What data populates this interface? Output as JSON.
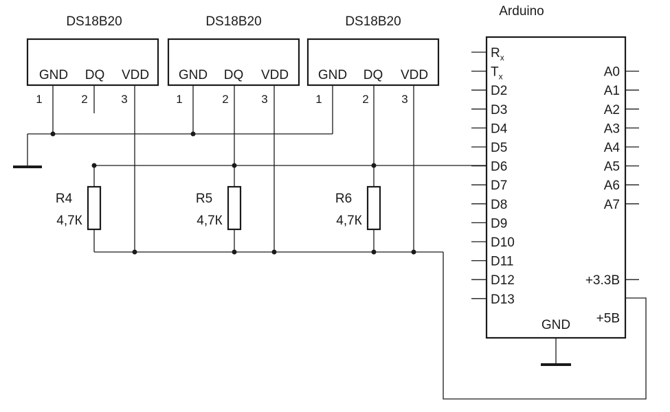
{
  "sensors": [
    {
      "title": "DS18B20",
      "pin_labels": [
        "GND",
        "DQ",
        "VDD"
      ],
      "pin_numbers": [
        "1",
        "2",
        "3"
      ]
    },
    {
      "title": "DS18B20",
      "pin_labels": [
        "GND",
        "DQ",
        "VDD"
      ],
      "pin_numbers": [
        "1",
        "2",
        "3"
      ]
    },
    {
      "title": "DS18B20",
      "pin_labels": [
        "GND",
        "DQ",
        "VDD"
      ],
      "pin_numbers": [
        "1",
        "2",
        "3"
      ]
    }
  ],
  "resistors": [
    {
      "name": "R4",
      "value": "4,7К"
    },
    {
      "name": "R5",
      "value": "4,7К"
    },
    {
      "name": "R6",
      "value": "4,7К"
    }
  ],
  "arduino": {
    "title": "Arduino",
    "left_pins": [
      {
        "base": "R",
        "sub": "x"
      },
      {
        "base": "T",
        "sub": "x"
      },
      {
        "base": "D2",
        "sub": ""
      },
      {
        "base": "D3",
        "sub": ""
      },
      {
        "base": "D4",
        "sub": ""
      },
      {
        "base": "D5",
        "sub": ""
      },
      {
        "base": "D6",
        "sub": ""
      },
      {
        "base": "D7",
        "sub": ""
      },
      {
        "base": "D8",
        "sub": ""
      },
      {
        "base": "D9",
        "sub": ""
      },
      {
        "base": "D10",
        "sub": ""
      },
      {
        "base": "D11",
        "sub": ""
      },
      {
        "base": "D12",
        "sub": ""
      },
      {
        "base": "D13",
        "sub": ""
      }
    ],
    "right_pins": [
      "A0",
      "A1",
      "A2",
      "A3",
      "A4",
      "A5",
      "A6",
      "A7",
      "+3.3В",
      "+5В"
    ],
    "gnd_label": "GND"
  }
}
